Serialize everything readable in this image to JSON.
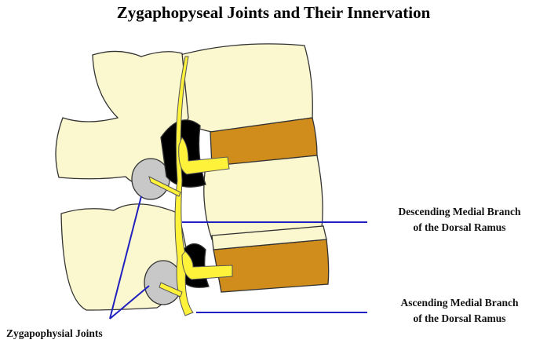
{
  "title": "Zygaphopyseal Joints and Their Innervation",
  "labels": {
    "descending": [
      "Descending Medial Branch",
      "of the Dorsal Ramus"
    ],
    "ascending": [
      "Ascending Medial Branch",
      "of the Dorsal Ramus"
    ],
    "joints": "Zygapophysial Joints"
  },
  "colors": {
    "bone": "#fbf7cf",
    "disc": "#d08d1c",
    "nerve": "#fff23a",
    "leader": "#2020c0"
  }
}
